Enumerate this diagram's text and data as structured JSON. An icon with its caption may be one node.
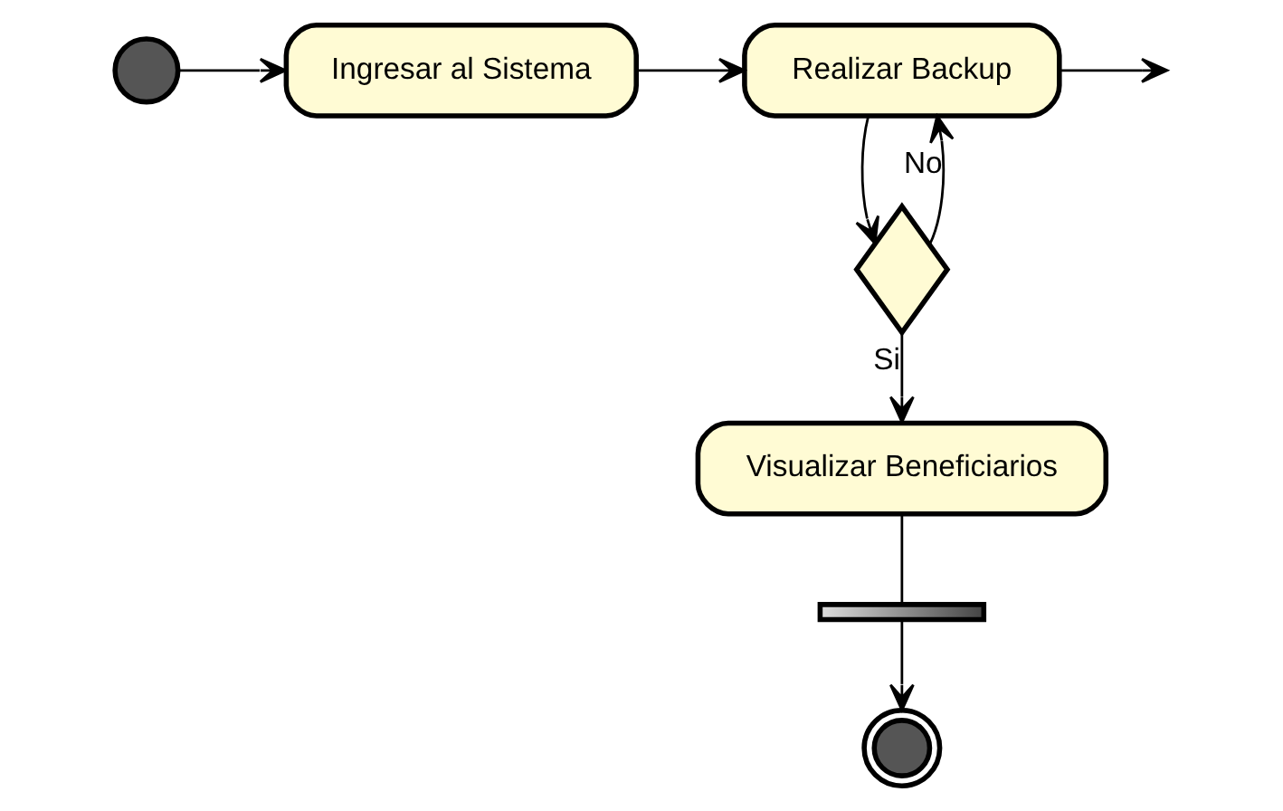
{
  "diagram": {
    "nodes": [
      {
        "text": [],
        "shape": "circle"
      },
      {
        "text": [
          "Ingresar al Sistema"
        ]
      },
      {
        "text": [
          "Realizar Backup"
        ]
      },
      {
        "text": [],
        "shape": "diamond"
      },
      {
        "text": [
          "Visualizar Beneficiarios"
        ]
      },
      {
        "text": [],
        "shape": "bar"
      },
      {
        "text": [],
        "shape": "circle"
      }
    ],
    "edges": [
      {
        "from": 0,
        "to": 1,
        "arrow": "to"
      },
      {
        "from": 1,
        "to": 2,
        "arrow": "to"
      },
      {
        "from": 2,
        "to": null,
        "arrow": "to"
      },
      {
        "from": 2,
        "to": 3,
        "arrow": "to"
      },
      {
        "from": 3,
        "to": 2,
        "arrow": "to",
        "label": "No"
      },
      {
        "from": 3,
        "to": 4,
        "arrow": "to",
        "label": "Si"
      },
      {
        "from": 4,
        "to": 5,
        "arrow": "none"
      },
      {
        "from": 5,
        "to": 6,
        "arrow": "to"
      }
    ]
  }
}
